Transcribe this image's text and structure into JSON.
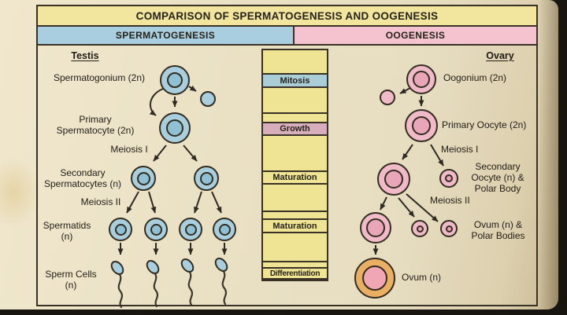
{
  "title": "COMPARISON OF SPERMATOGENESIS AND OOGENESIS",
  "headers": {
    "spermatogenesis": "SPERMATOGENESIS",
    "oogenesis": "OOGENESIS"
  },
  "stages": {
    "mitosis": "Mitosis",
    "growth": "Growth",
    "maturation_1": "Maturation",
    "maturation_2": "Maturation",
    "differentiation": "Differentiation"
  },
  "spermatogenesis": {
    "organ": "Testis",
    "spermatogonium": "Spermatogonium (2n)",
    "primary_spermatocyte": "Primary\nSpermatocyte (2n)",
    "meiosis_1": "Meiosis I",
    "secondary_spermatocytes": "Secondary\nSpermatocytes (n)",
    "meiosis_2": "Meiosis II",
    "spermatids": "Spermatids\n(n)",
    "sperm_cells": "Sperm Cells\n(n)"
  },
  "oogenesis": {
    "organ": "Ovary",
    "oogonium": "Oogonium (2n)",
    "primary_oocyte": "Primary Oocyte (2n)",
    "meiosis_1": "Meiosis I",
    "secondary_oocyte": "Secondary\nOocyte (n) &\nPolar Body",
    "meiosis_2": "Meiosis II",
    "ovum_polar": "Ovum (n) &\nPolar Bodies",
    "ovum": "Ovum (n)"
  },
  "colors": {
    "page_beige": "#e8dfc3",
    "title_bar_yellow": "#f2e69e",
    "spermatogenesis_blue": "#a8cedf",
    "oogenesis_pink": "#f4c3cf",
    "strip_yellow": "#efe493",
    "growth_band_pink": "#d9aebc",
    "cell_blue": "#a9cede",
    "cell_blue_nucleus": "#8fc0d3",
    "cell_pink": "#f0bac8",
    "cell_pink_nucleus": "#e9a6b8",
    "ovum_ring_orange": "#eaaf62",
    "ink": "#2e2a22"
  }
}
